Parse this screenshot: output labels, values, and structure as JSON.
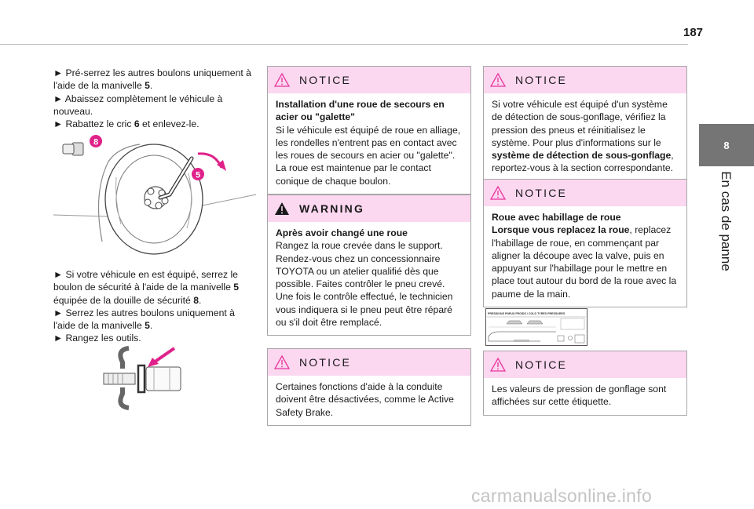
{
  "page": {
    "number": "187"
  },
  "chapter": {
    "tab": "8",
    "title": "En cas de panne"
  },
  "left_column": {
    "steps_1": [
      {
        "bullet": "►",
        "text": " Pré-serrez les autres boulons uniquement à l'aide de la manivelle ",
        "ref": "5",
        "suffix": "."
      },
      {
        "bullet": "►",
        "text": " Abaissez complètement le véhicule à nouveau.",
        "ref": "",
        "suffix": ""
      },
      {
        "bullet": "►",
        "text": " Rabattez le cric ",
        "ref": "6",
        "suffix": " et enlevez-le."
      }
    ],
    "illustration_1": {
      "callout_a": "8",
      "callout_b": "5"
    },
    "steps_2": {
      "s1_text": " Si votre véhicule en est équipé, serrez le boulon de sécurité à l'aide de la manivelle ",
      "s1_ref1": "5",
      "s1_mid": " équipée de la douille de sécurité ",
      "s1_ref2": "8",
      "s1_end": ".",
      "s2_text": " Serrez les autres boulons uniquement à l'aide de la manivelle ",
      "s2_ref": "5",
      "s2_end": ".",
      "s3_text": " Rangez les outils.",
      "bullet": "►"
    }
  },
  "middle_column": {
    "notice_1": {
      "label": "NOTICE",
      "title": "Installation d'une roue de secours en acier ou \"galette\"",
      "body": "Si le véhicule est équipé de roue en alliage, les rondelles n'entrent pas en contact avec les roues de secours en acier ou \"galette\". La roue est maintenue par le contact conique de chaque boulon."
    },
    "warning": {
      "label": "WARNING",
      "title": "Après avoir changé une roue",
      "body": "Rangez la roue crevée dans le support. Rendez-vous chez un concessionnaire TOYOTA ou un atelier qualifié dès que possible. Faites contrôler le pneu crevé. Une fois le contrôle effectué, le technicien vous indiquera si le pneu peut être réparé ou s'il doit être remplacé."
    },
    "notice_2": {
      "label": "NOTICE",
      "body": "Certaines fonctions d'aide à la conduite doivent être désactivées, comme le Active Safety Brake."
    }
  },
  "right_column": {
    "notice_1": {
      "label": "NOTICE",
      "body": "Si votre véhicule est équipé d'un système de détection de sous-gonflage, vérifiez la pression des pneus et réinitialisez le système. Pour plus d'informations sur le ",
      "bold": "système de détection de sous-gonflage",
      "body_end": ", reportez-vous à la section correspondante."
    },
    "notice_2": {
      "label": "NOTICE",
      "title": "Roue avec habillage de roue",
      "lead": "Lorsque vous replacez la roue",
      "body": ", replacez l'habillage de roue, en commençant par aligner la découpe avec la valve, puis en appuyant sur l'habillage pour le mettre en place tout autour du bord de la roue avec la paume de la main."
    },
    "label_image": {
      "header": "PRESSIONS PNEUS FROIDS / COLD TYRES PRESSURES"
    },
    "notice_3": {
      "label": "NOTICE",
      "body": "Les valeurs de pression de gonflage sont affichées sur cette étiquette."
    }
  },
  "watermark": "carmanualsonline.info",
  "colors": {
    "box_header": "#fbd7f0",
    "chapter_tab": "#757575",
    "callout": "#e0218a"
  }
}
